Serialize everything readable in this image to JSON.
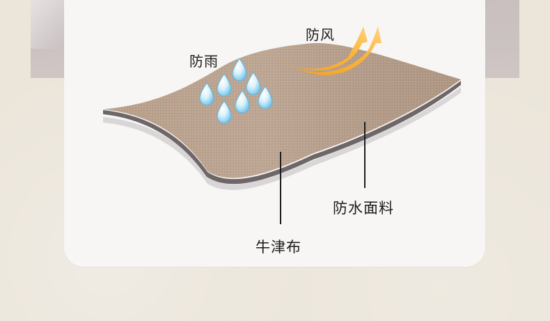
{
  "labels": {
    "rainproof": "防雨",
    "windproof": "防风",
    "waterproof_fabric": "防水面料",
    "oxford_cloth": "牛津布"
  },
  "colors": {
    "fabric": "#b89f8c",
    "fabric_edge": "#6e6566",
    "arrow": "#f4a31b",
    "drop": "#8ad0ef",
    "card": "#f7f6f5",
    "background": "#ebe5da"
  },
  "icons": {
    "drops": "water-drop-icon",
    "wind": "wind-arrow-icon"
  }
}
